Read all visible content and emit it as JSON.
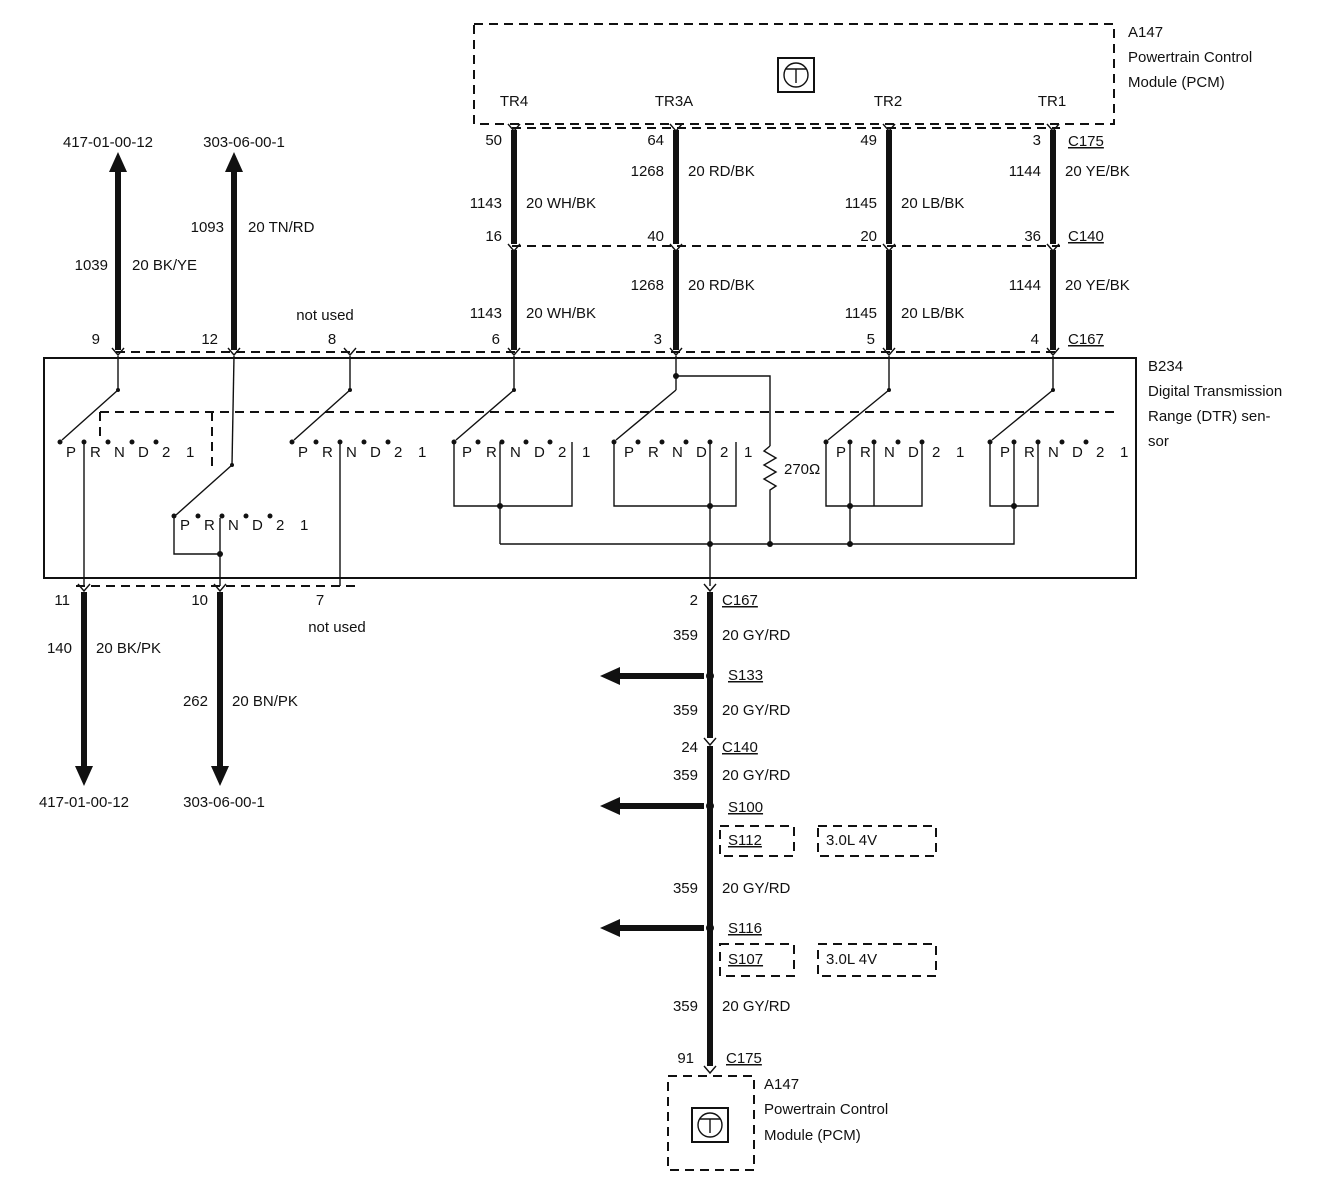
{
  "pcm_top": {
    "id": "A147",
    "name1": "Powertrain Control",
    "name2": "Module (PCM)",
    "pins": [
      "TR4",
      "TR3A",
      "TR2",
      "TR1"
    ]
  },
  "pcm_bottom": {
    "id": "A147",
    "name1": "Powertrain Control",
    "name2": "Module (PCM)"
  },
  "dtr": {
    "id": "B234",
    "name1": "Digital Transmission",
    "name2": "Range (DTR) sen-",
    "name3": "sor",
    "resistor": "270Ω"
  },
  "connectors": {
    "c175": "C175",
    "c140": "C140",
    "c167": "C167"
  },
  "refs": {
    "left_top": "417-01-00-12",
    "mid_top": "303-06-00-1",
    "left_bottom": "417-01-00-12",
    "mid_bottom": "303-06-00-1"
  },
  "not_used": "not used",
  "columns": [
    {
      "name": "TR4",
      "pin_c175": "50",
      "pin_c140": "16",
      "pin_c167": "6",
      "circuit": "1143",
      "wire": "20 WH/BK"
    },
    {
      "name": "TR3A",
      "pin_c175": "64",
      "pin_c140": "40",
      "pin_c167": "3",
      "circuit": "1268",
      "wire": "20 RD/BK"
    },
    {
      "name": "TR2",
      "pin_c175": "49",
      "pin_c140": "20",
      "pin_c167": "5",
      "circuit": "1145",
      "wire": "20 LB/BK"
    },
    {
      "name": "TR1",
      "pin_c175": "3",
      "pin_c140": "36",
      "pin_c167": "4",
      "circuit": "1144",
      "wire": "20 YE/BK"
    }
  ],
  "top_left_wires": [
    {
      "pin": "9",
      "circuit": "1039",
      "wire": "20 BK/YE"
    },
    {
      "pin": "12",
      "circuit": "1093",
      "wire": "20 TN/RD"
    },
    {
      "pin": "8"
    }
  ],
  "bottom_left_wires": [
    {
      "pin": "11",
      "circuit": "140",
      "wire": "20 BK/PK"
    },
    {
      "pin": "10",
      "circuit": "262",
      "wire": "20 BN/PK"
    },
    {
      "pin": "7"
    }
  ],
  "ground_path": {
    "c167_pin": "2",
    "c140_pin": "24",
    "c175_pin": "91",
    "circuit": "359",
    "wire": "20 GY/RD",
    "splices": [
      "S133",
      "S100",
      "S116"
    ],
    "alt_splices": [
      "S112",
      "S107"
    ],
    "engine": "3.0L 4V"
  },
  "switch_positions": [
    "P",
    "R",
    "N",
    "D",
    "2",
    "1"
  ]
}
